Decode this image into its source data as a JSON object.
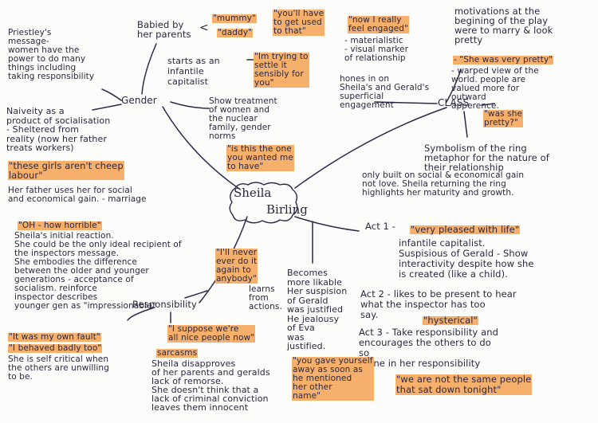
{
  "central": {
    "title_line1": "Sheila",
    "title_line2": "Birling"
  },
  "branches": {
    "gender": "Gender",
    "responsibility": "Responsibility",
    "class": "CLASS"
  },
  "colors": {
    "ink": "#2a2740",
    "highlight": "#f6b06b",
    "paper": "#fcfcfb"
  },
  "notes": {
    "priestley": "Priestley's\nmessage-\nwomen have the\npower to do many\nthings including\ntaking responsibility",
    "babied": "Babied by\nher parents",
    "lt": "<",
    "mummy": "\"mummy\"",
    "daddy": "\"daddy\"",
    "youll_have": "\"you'll have\nto get used\nto that\"",
    "starts_infantile": "starts as an\ninfantile\ncapitalist",
    "trying_settle": "\"Im trying to\nsettle it\nsensibly for\nyou\"",
    "naivety": "Naiveity as a\nproduct of socialisation\n- Sheltered from\nreality (now her father\ntreats workers)",
    "these_girls": "\"these girls aren't cheep\nlabour\"",
    "father_uses": "Her father uses her for social\nand economical gain. - marriage",
    "show_treatment": "Show treatment\nof women and\nthe nuclear\nfamily, gender\nnorms",
    "is_this": "\"is this the one\nyou wanted me\nto have\"",
    "now_engaged": "\"now I really\nfeel engaged\"",
    "materialistic": "- materialistic\n- visual marker\nof relationship",
    "hones": "hones in on\nSheila's and Gerald's\nsuperficial\nengagement",
    "motivations": "motivations at the\nbegining of the play\nwere to marry & look\npretty",
    "very_pretty": "- \"She was very pretty\"",
    "warped": "- warped view of the\nworld. people are\nvalued more for\noutward\napperence.",
    "was_she": "\"was she\npretty?\"",
    "symbolism": "Symbolism of the ring\nmetaphor for the nature of\ntheir relationship",
    "only_built": "only built on social & economical gain\nnot love. Sheila returning the ring\nhighlights her maturity and growth.",
    "oh_horrible": "\"OH - how horrible\"",
    "initial_reaction": "Sheila's initial reaction.\nShe could be the only ideal recipient of\nthe inspectors message.\nShe embodies the difference\nbetween the older and younger\ngenerations - acceptance of\nsocialism. reinforce\ninspector describes\nyounger gen as \"impressionable\"",
    "never_do_again": "\"I'll never\never do it\nagain to\nanybody\"",
    "learns": "learns\nfrom\nactions.",
    "my_own_fault": "\"It was my own fault\"",
    "behaved_badly": "\"I behaved badly too\"",
    "self_critical": "She is self critical when\nthe others are unwilling\nto be.",
    "suppose_nice": "\"I suppose we're\nall nice people now\"",
    "sarcasms": "sarcasms",
    "disapproves": "Sheila disapproves\nof her parents and geralds\nlack of remorse.\nShe doesn't think that a\nlack of criminal conviction\nleaves them innocent",
    "becomes_likable": "Becomes\nmore likable\nHer suspision\nof Gerald\nwas justified\nHe jealousy\nof Eva\nwas\njustified.",
    "gave_yourself": "\"you gave yourself\naway as soon as\nhe mentioned\nher other\nname\"",
    "act1": "Act 1 -",
    "very_pleased": "\"very pleased with life\"",
    "act1_notes": "infantile capitalist.\nSuspisious of Gerald - Show\ninteractivity despite how she\nis created (like a child).",
    "act2": "Act 2 - likes to be present to hear\nwhat the inspector has too\nsay.",
    "hysterical": "\"hysterical\"",
    "act3": "Act 3 - Take responsibility and\nencourages the others to do\nso\nAlone in her responsibility",
    "not_same": "\"we are not the same people\nthat sat down tonight\""
  }
}
